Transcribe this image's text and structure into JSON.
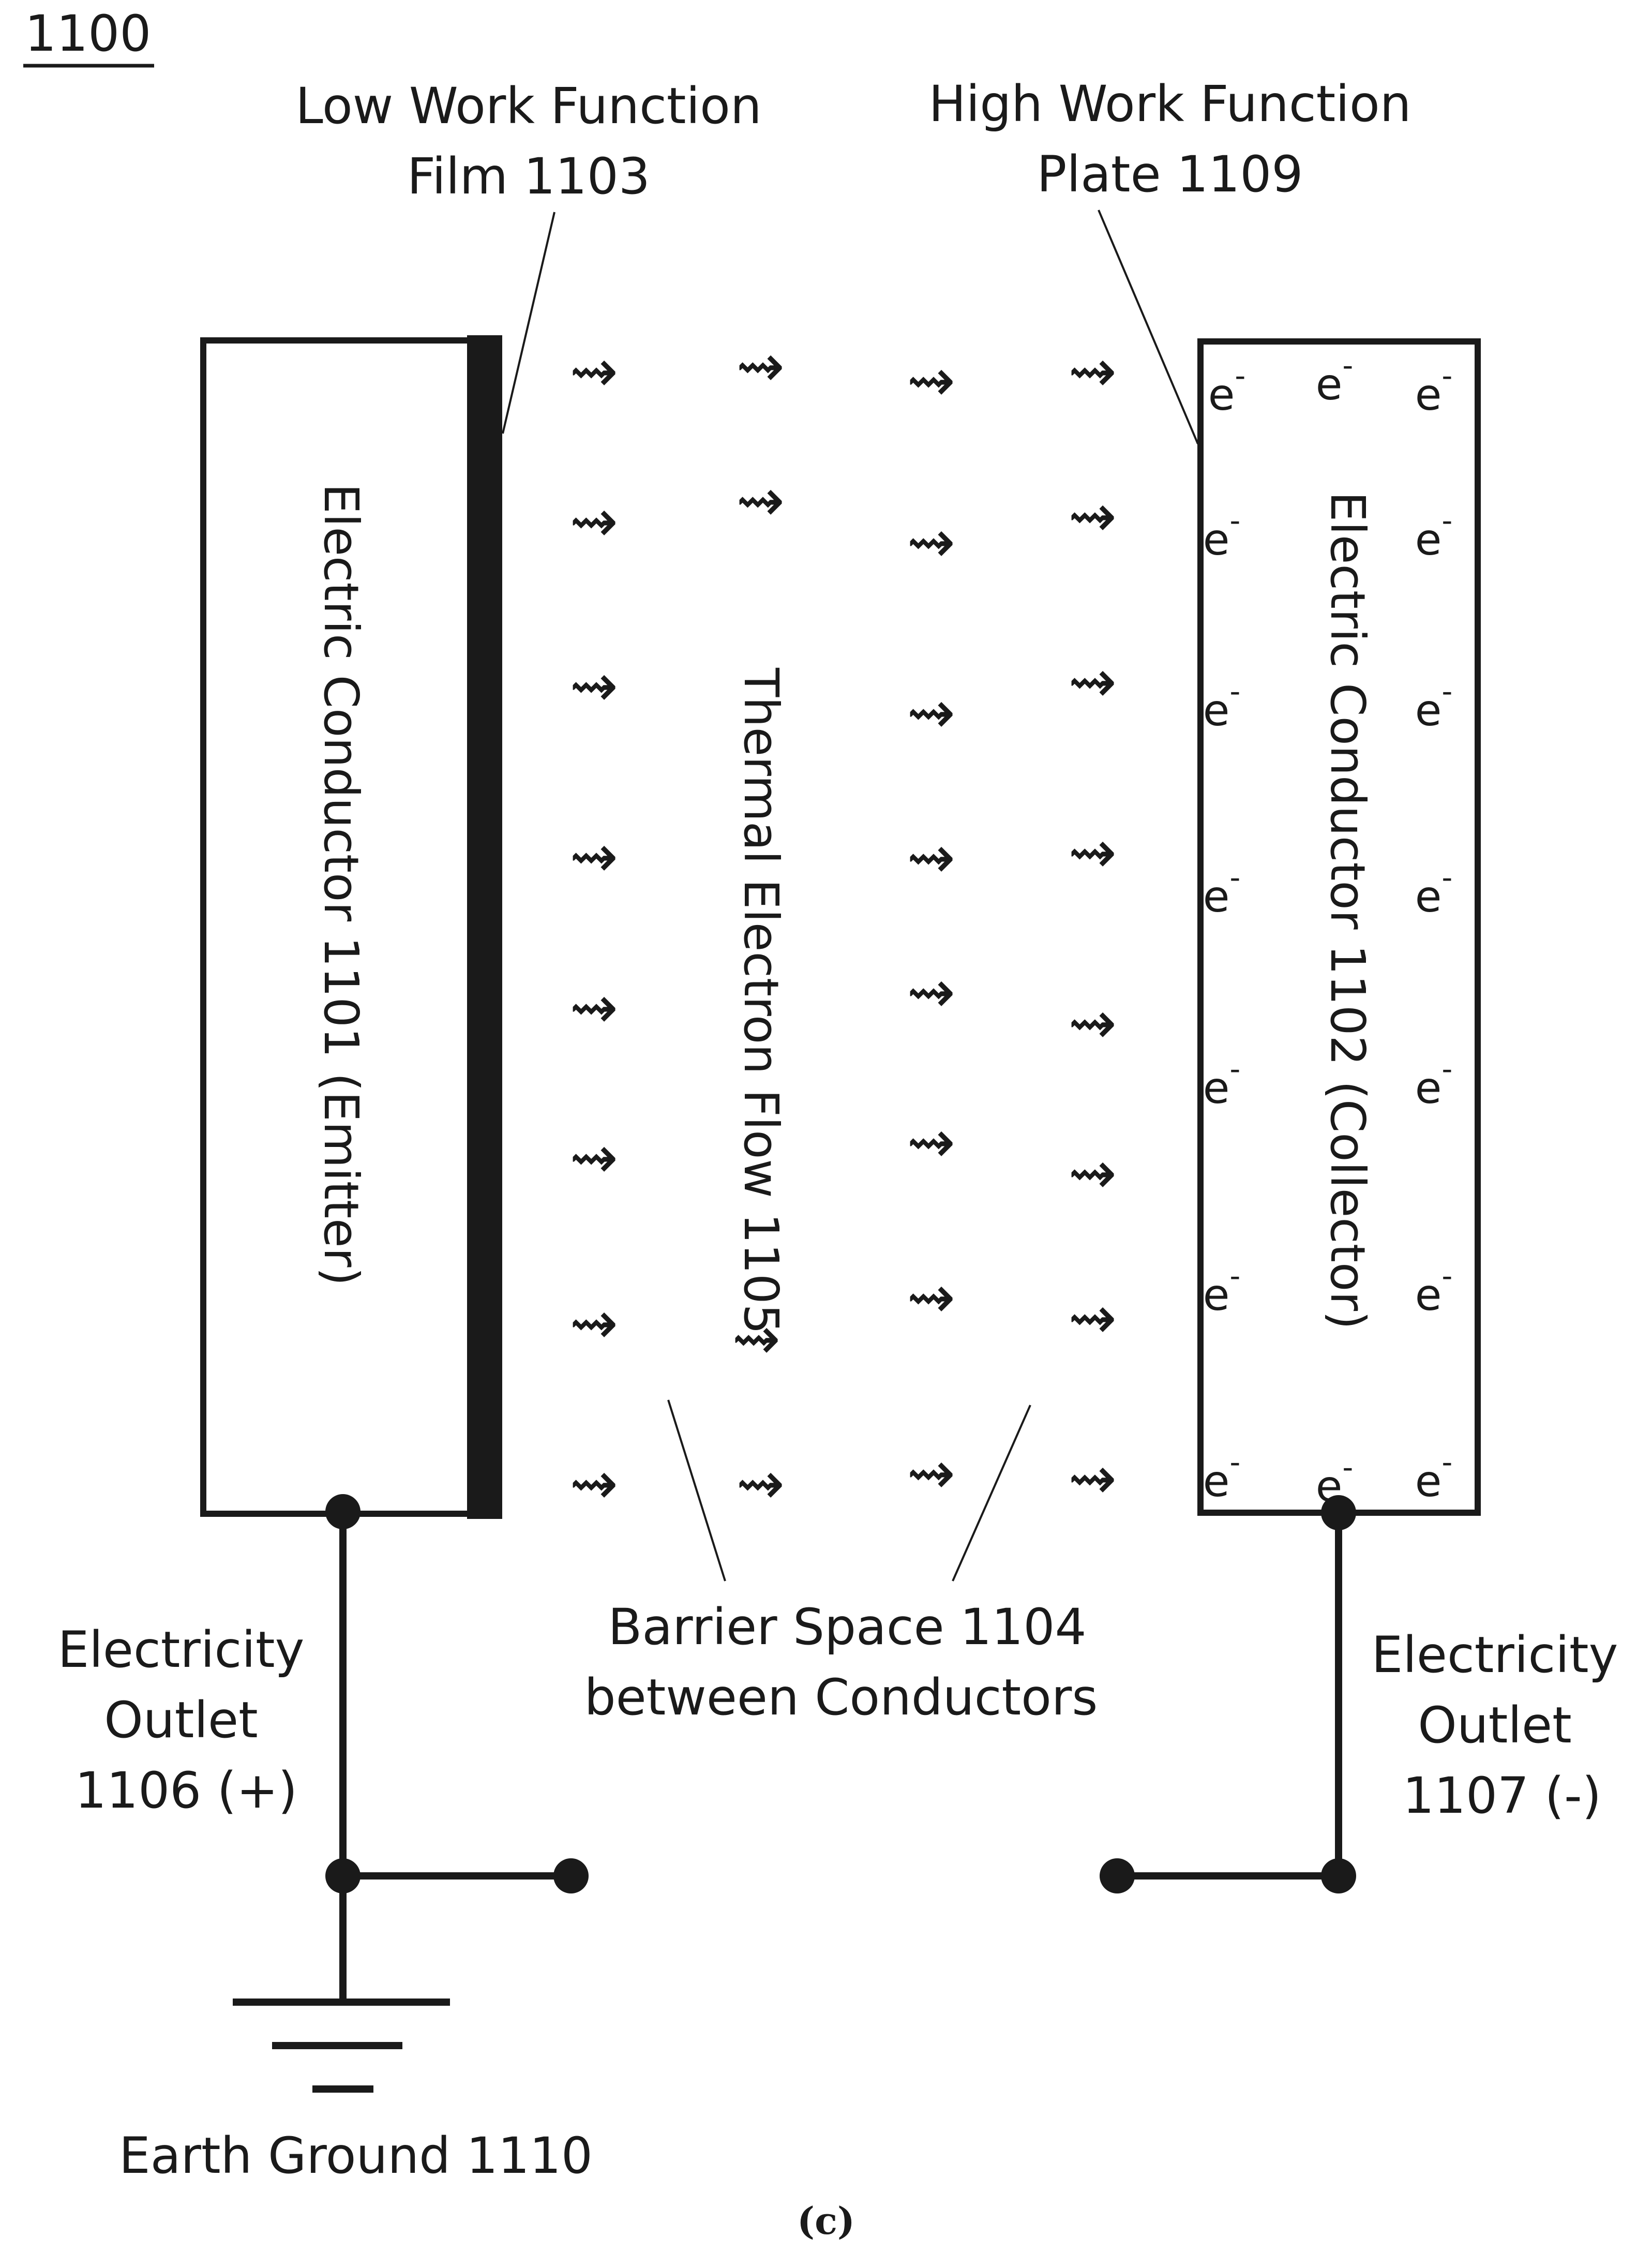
{
  "figure_number": "1100",
  "labels": {
    "low_work_function_line1": "Low Work Function",
    "low_work_function_line2": "Film 1103",
    "high_work_function_line1": "High Work Function",
    "high_work_function_line2": "Plate 1109",
    "emitter": "Electric Conductor 1101 (Emitter)",
    "collector": "Electric Conductor 1102 (Collector)",
    "thermal_flow": "Thermal Electron Flow 1105",
    "barrier_line1": "Barrier Space 1104",
    "barrier_line2": "between Conductors",
    "outlet_plus_line1": "Electricity",
    "outlet_plus_line2": "Outlet",
    "outlet_plus_line3": "1106 (+)",
    "outlet_minus_line1": "Electricity",
    "outlet_minus_line2": "Outlet",
    "outlet_minus_line3": "1107 (-)",
    "earth_ground": "Earth Ground 1110"
  },
  "electron_symbol": "e",
  "electron_charge": "-",
  "arrow_glyph": "⇝",
  "caption": "(c)",
  "colors": {
    "ink": "#1a1a1a",
    "background": "#ffffff"
  }
}
